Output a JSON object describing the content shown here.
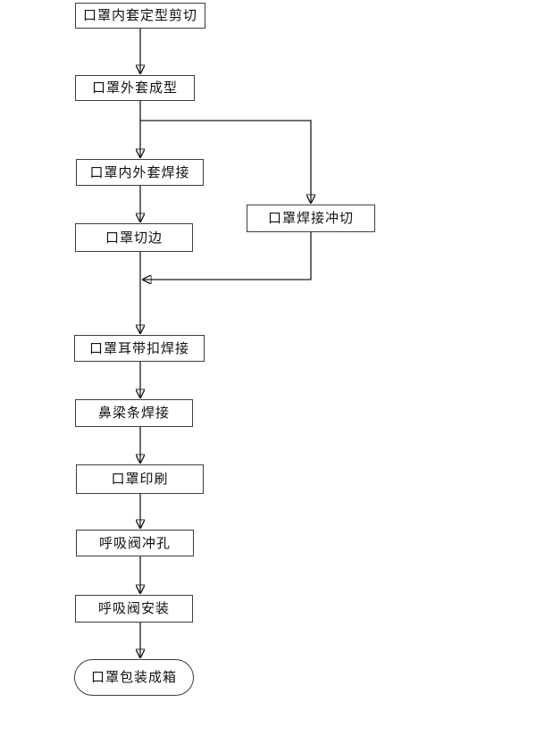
{
  "flowchart": {
    "description": "mask production process flow diagram",
    "colors": {
      "background": "#ffffff",
      "node_border": "#3d3d3d",
      "node_fill": "#ffffff",
      "line": "#1c1c1c",
      "text": "#111111"
    },
    "nodes": [
      {
        "id": "n1",
        "label": "口罩内套定型剪切",
        "type": "process"
      },
      {
        "id": "n2",
        "label": "口罩外套成型",
        "type": "process"
      },
      {
        "id": "n3",
        "label": "口罩内外套焊接",
        "type": "process"
      },
      {
        "id": "n4",
        "label": "口罩焊接冲切",
        "type": "process"
      },
      {
        "id": "n5",
        "label": "口罩切边",
        "type": "process"
      },
      {
        "id": "n6",
        "label": "口罩耳带扣焊接",
        "type": "process"
      },
      {
        "id": "n7",
        "label": "鼻梁条焊接",
        "type": "process"
      },
      {
        "id": "n8",
        "label": "口罩印刷",
        "type": "process"
      },
      {
        "id": "n9",
        "label": "呼吸阀冲孔",
        "type": "process"
      },
      {
        "id": "n10",
        "label": "呼吸阀安装",
        "type": "process"
      },
      {
        "id": "n11",
        "label": "口罩包装成箱",
        "type": "terminator"
      }
    ],
    "edges": [
      {
        "from": "n1",
        "to": "n2"
      },
      {
        "from": "n2",
        "to": "n3"
      },
      {
        "from": "n2",
        "to": "n4"
      },
      {
        "from": "n3",
        "to": "n5"
      },
      {
        "from": "n4",
        "to": "n6"
      },
      {
        "from": "n5",
        "to": "n6"
      },
      {
        "from": "n6",
        "to": "n7"
      },
      {
        "from": "n7",
        "to": "n8"
      },
      {
        "from": "n8",
        "to": "n9"
      },
      {
        "from": "n9",
        "to": "n10"
      },
      {
        "from": "n10",
        "to": "n11"
      }
    ]
  }
}
